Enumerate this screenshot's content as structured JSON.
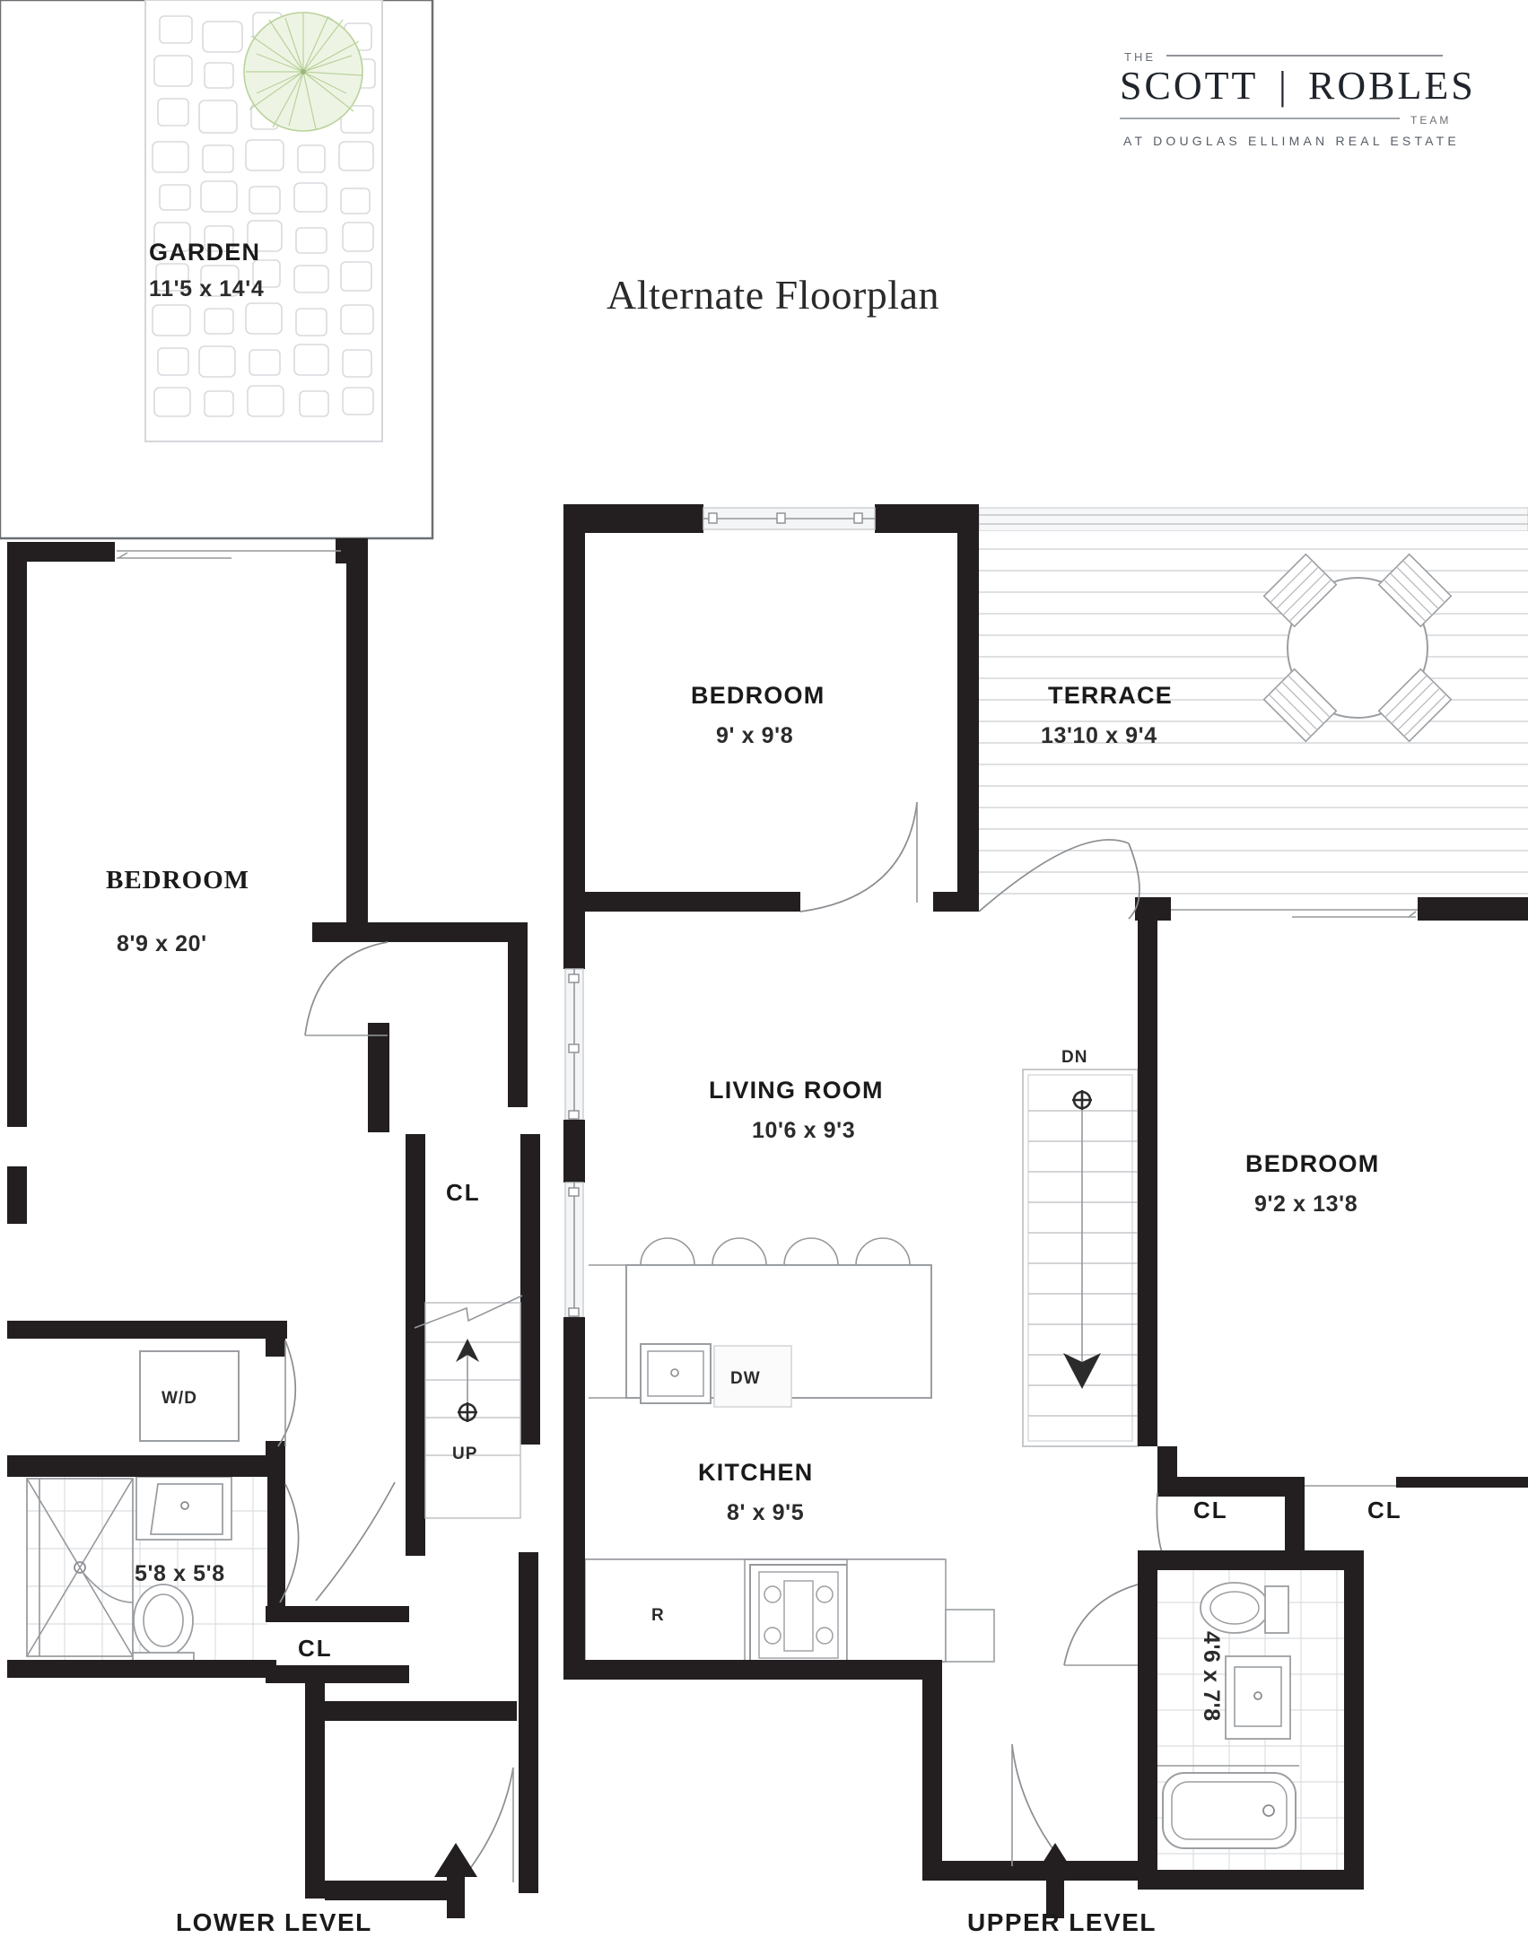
{
  "title": "Alternate Floorplan",
  "logo": {
    "the": "THE",
    "name_left": "SCOTT",
    "divider": "|",
    "name_right": "ROBLES",
    "team": "TEAM",
    "sub": "AT DOUGLAS ELLIMAN REAL ESTATE"
  },
  "levels": {
    "lower": "LOWER LEVEL",
    "upper": "UPPER LEVEL"
  },
  "garden": {
    "name": "GARDEN",
    "dim": "11'5 x 14'4"
  },
  "lower_level": {
    "bedroom": {
      "name": "BEDROOM",
      "dim": "8'9 x 20'"
    },
    "closet_upper": "CL",
    "closet_lower": "CL",
    "laundry": "W/D",
    "bath": {
      "dim": "5'8 x 5'8"
    },
    "stair": "UP"
  },
  "upper_level": {
    "bedroom_front": {
      "name": "BEDROOM",
      "dim": "9' x 9'8"
    },
    "terrace": {
      "name": "TERRACE",
      "dim": "13'10 x 9'4"
    },
    "living_room": {
      "name": "LIVING ROOM",
      "dim": "10'6 x 9'3"
    },
    "kitchen": {
      "name": "KITCHEN",
      "dim": "8' x 9'5"
    },
    "bedroom_rear": {
      "name": "BEDROOM",
      "dim": "9'2 x 13'8"
    },
    "bath": {
      "dim": "4'6 x 7'8"
    },
    "closet_left": "CL",
    "closet_right": "CL",
    "stair": "DN",
    "dishwasher": "DW",
    "refrigerator": "R"
  },
  "colors": {
    "wall": "#231f20",
    "thin_line": "#7d8084",
    "tree_green": "#b9d29a",
    "text": "#1a1a1a"
  }
}
